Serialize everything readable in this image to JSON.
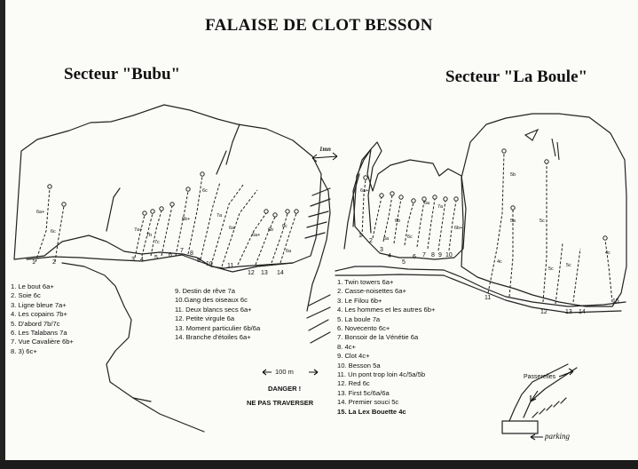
{
  "title": "FALAISE DE CLOT BESSON",
  "sectors": {
    "left": {
      "title": "Secteur \"Bubu\"",
      "routes_col1": [
        "1. Le bout 6a+",
        "2. Soie 6c",
        "3. Ligne bleue 7a+",
        "4. Les copains 7b+",
        "5. D'abord 7b/7c",
        "6. Les Talabans 7a",
        "7. Vue Cavalière 6b+",
        "8. 3) 6c+"
      ],
      "routes_col2": [
        "9. Destin de rêve 7a",
        "10.Gang des oiseaux 6c",
        "11. Deux blancs secs 6a+",
        "12. Petite virgule 6a",
        "13. Moment particulier 6b/6a",
        "14. Branche d'étoiles 6a+"
      ],
      "grades": [
        "6a+",
        "6c",
        "7a+",
        "7b",
        "7c",
        "6b+",
        "6c",
        "6a",
        "7a",
        "6a+",
        "6b",
        "6c",
        "6a"
      ],
      "numbers": [
        "1",
        "2",
        "3",
        "4",
        "5",
        "6",
        "7",
        "8",
        "9",
        "10",
        "11",
        "12",
        "13",
        "14"
      ]
    },
    "right": {
      "title": "Secteur \"La Boule\"",
      "routes": [
        "1. Twin towers 6a+",
        "2. Casse-noisettes 6a+",
        "3. Le Filou 6b+",
        "4. Les hommes et les autres 6b+",
        "5. La boule 7a",
        "6. Novecento 6c+",
        "7. Bonsoir de la Vénétie 6a",
        "8. 4c+",
        "9. Clot 4c+",
        "10. Besson 5a",
        "11. Un pont trop loin 4c/5a/5b",
        "12. Red 6c",
        "13. First 5c/6a/6a",
        "14. Premier souci 5c",
        "15. La Lex Bouette 4c"
      ],
      "grades": [
        "6a+",
        "6a",
        "6b",
        "6c",
        "6a",
        "7a",
        "6b+",
        "5b",
        "5a",
        "4c",
        "5c",
        "5c",
        "5c",
        "4c"
      ],
      "numbers": [
        "1",
        "2",
        "3",
        "4",
        "5",
        "6",
        "7",
        "8",
        "9",
        "10",
        "11",
        "12",
        "13",
        "14",
        "15"
      ]
    }
  },
  "annotations": {
    "scale": "100 m",
    "danger": "DANGER !",
    "no_crossing": "NE PAS TRAVERSER",
    "walk_time": "1mn",
    "walkways": "Passerelles",
    "parking": "parking"
  },
  "colors": {
    "ink": "#111111",
    "paper": "#fbfbf8"
  }
}
